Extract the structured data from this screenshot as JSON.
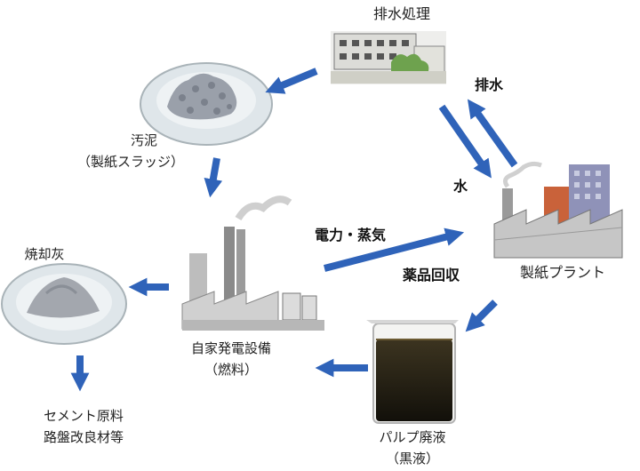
{
  "labels": {
    "wastewater": "排水処理",
    "sludge_1": "汚泥",
    "sludge_2": "（製紙スラッジ）",
    "discharge": "排水",
    "water": "水",
    "power_steam": "電力・蒸気",
    "chem_recovery": "薬品回収",
    "plant": "製紙プラント",
    "ash": "焼却灰",
    "powerplant_1": "自家発電設備",
    "powerplant_2": "（燃料）",
    "liquor_1": "パルプ廃液",
    "liquor_2": "（黒液）",
    "cement_1": "セメント原料",
    "cement_2": "路盤改良材等"
  },
  "colors": {
    "arrow": "#2f63b9",
    "dish": "#dfe6ea",
    "sludge": "#9aa0aa",
    "ash": "#a3a7ae",
    "black_liquor": "#1d1a12"
  }
}
